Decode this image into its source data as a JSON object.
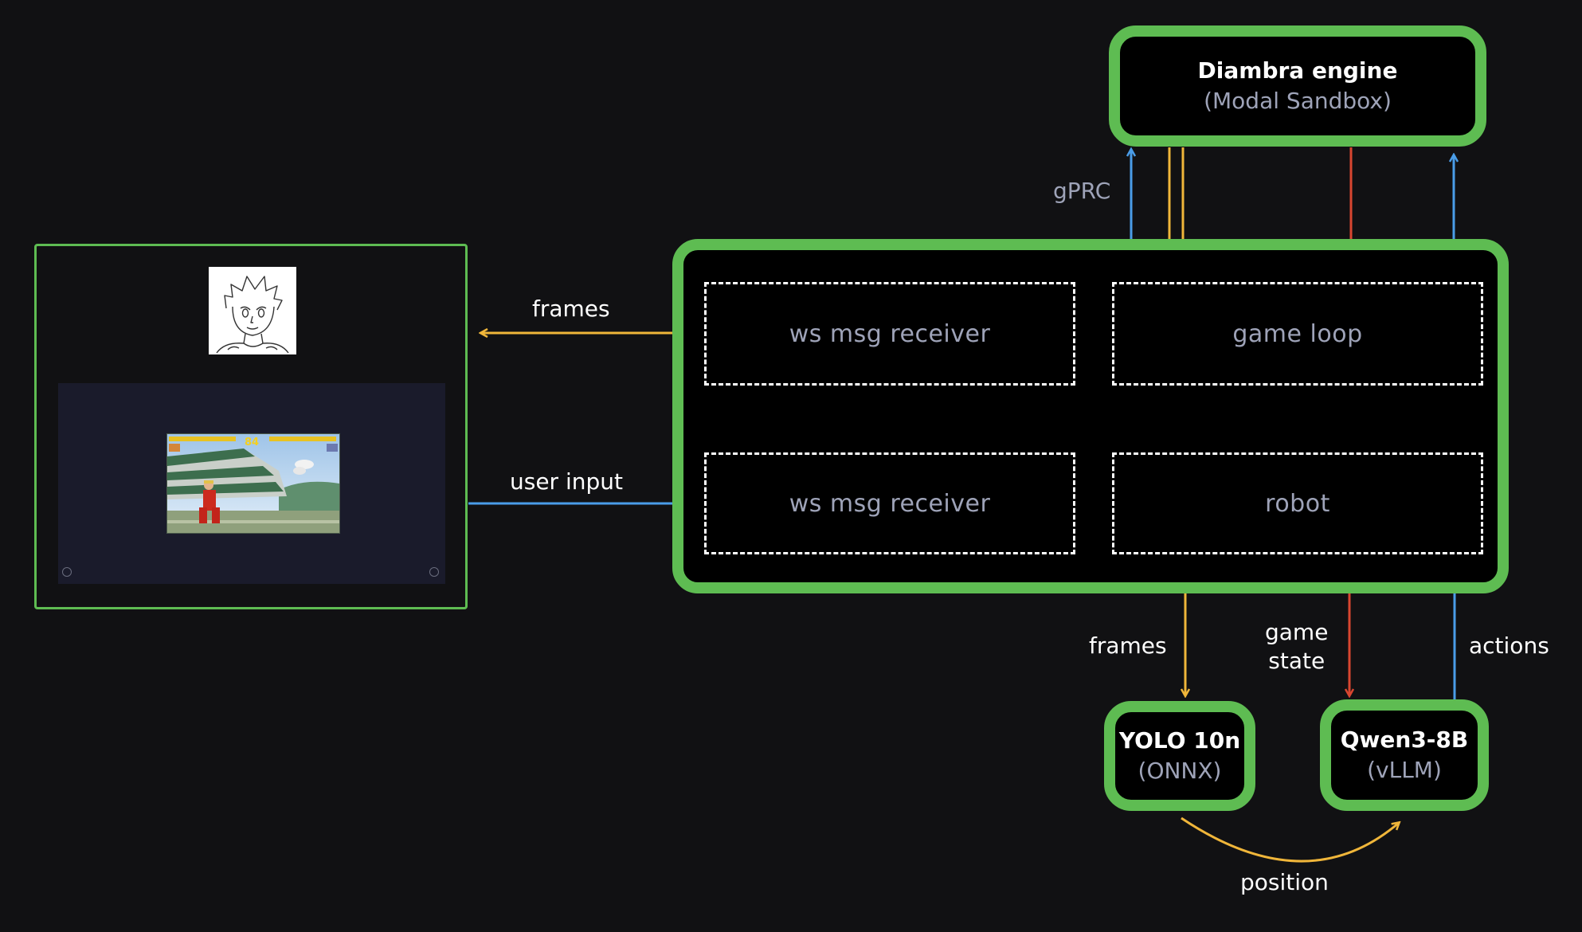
{
  "colors": {
    "background": "#111113",
    "green_border": "#5ebc52",
    "frames_wire": "#f0b63a",
    "input_wire": "#4a9de8",
    "state_wire": "#d94630",
    "label_grey": "#9ea3b8"
  },
  "engine": {
    "title": "Diambra engine",
    "subtitle": "(Modal Sandbox)"
  },
  "server": {
    "ws_receiver_top": "ws msg receiver",
    "ws_receiver_bottom": "ws msg receiver",
    "game_loop": "game loop",
    "robot": "robot"
  },
  "client": {
    "avatar_icon": "anime-avatar-icon",
    "game_preview": "street-fighter-game-screenshot",
    "hud_number": "84"
  },
  "yolo": {
    "title": "YOLO 10n",
    "subtitle": "(ONNX)"
  },
  "qwen": {
    "title": "Qwen3-8B",
    "subtitle": "(vLLM)"
  },
  "labels": {
    "grpc": "gPRC",
    "frames_out": "frames",
    "user_input": "user input",
    "frames_down": "frames",
    "game_state": "game\nstate",
    "actions": "actions",
    "position": "position"
  }
}
